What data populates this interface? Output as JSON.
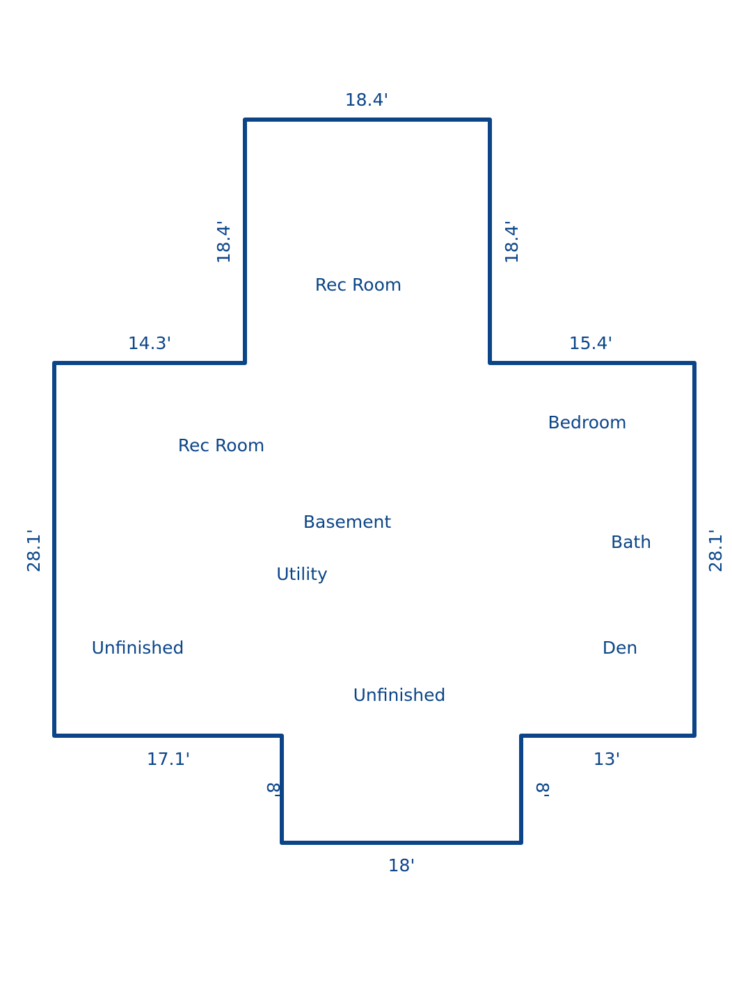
{
  "colors": {
    "wall": "#0b4588",
    "text": "#0b4588",
    "background": "#ffffff"
  },
  "dimensions": {
    "top": "18.4'",
    "upper_left_vertical": "18.4'",
    "upper_right_vertical": "18.4'",
    "left_shoulder": "14.3'",
    "right_shoulder": "15.4'",
    "left_side": "28.1'",
    "right_side": "28.1'",
    "bottom_left": "17.1'",
    "bottom_right": "13'",
    "lower_left_vertical": "8'",
    "lower_right_vertical": "8'",
    "bottom": "18'"
  },
  "rooms": {
    "rec_room_upper": "Rec Room",
    "rec_room_left": "Rec Room",
    "bedroom": "Bedroom",
    "basement": "Basement",
    "bath": "Bath",
    "utility": "Utility",
    "unfinished_left": "Unfinished",
    "den": "Den",
    "unfinished_bottom": "Unfinished"
  }
}
